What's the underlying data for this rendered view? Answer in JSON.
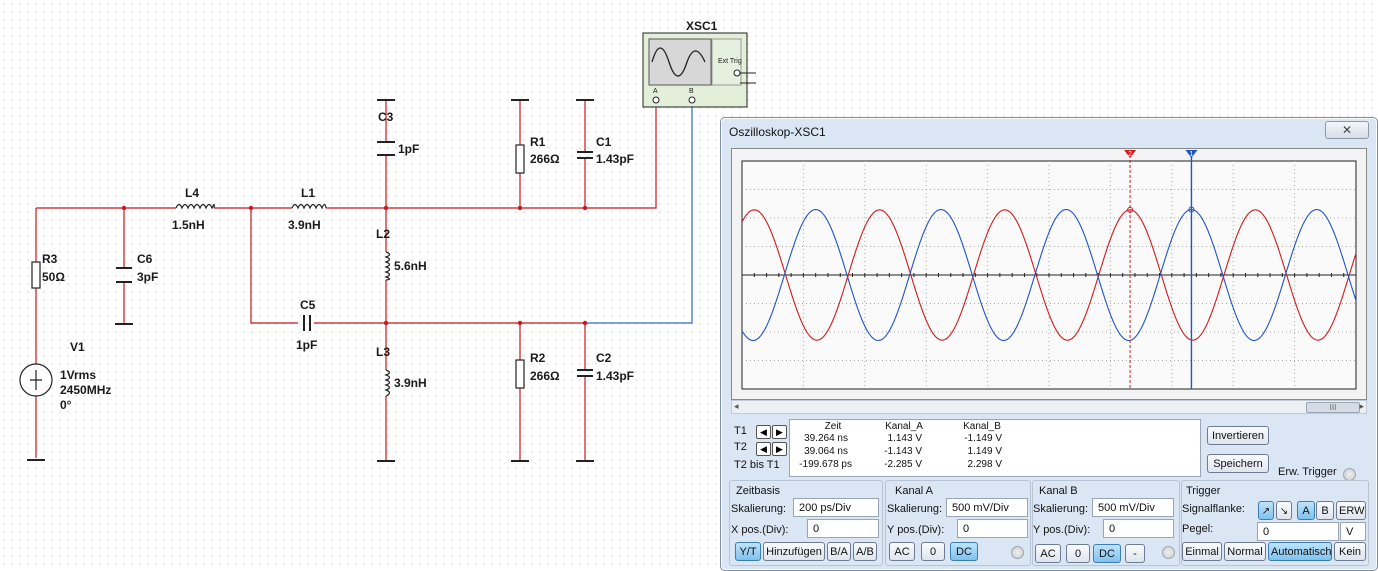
{
  "schematic": {
    "instrument_label": "XSC1",
    "instrument_ext_trig": "Ext Trig",
    "instrument_ch_a": "A",
    "instrument_ch_b": "B",
    "components": [
      {
        "ref": "R3",
        "value": "50Ω"
      },
      {
        "ref": "V1",
        "value_lines": [
          "1Vrms",
          "2450MHz",
          "0°"
        ]
      },
      {
        "ref": "C6",
        "value": "3pF"
      },
      {
        "ref": "L4",
        "value": "1.5nH"
      },
      {
        "ref": "L1",
        "value": "3.9nH"
      },
      {
        "ref": "C3",
        "value": "1pF"
      },
      {
        "ref": "L2",
        "value": "5.6nH"
      },
      {
        "ref": "C5",
        "value": "1pF"
      },
      {
        "ref": "L3",
        "value": "3.9nH"
      },
      {
        "ref": "R1",
        "value": "266Ω"
      },
      {
        "ref": "C1",
        "value": "1.43pF"
      },
      {
        "ref": "R2",
        "value": "266Ω"
      },
      {
        "ref": "C2",
        "value": "1.43pF"
      }
    ],
    "colors": {
      "wire_a": "#c8181e",
      "wire_b": "#2b6cc4"
    }
  },
  "scope": {
    "title": "Oszilloskop-XSC1",
    "close_label": "✕",
    "cursor_labels": [
      "T1",
      "T2",
      "T2 bis T1"
    ],
    "readout": {
      "headers": [
        "Zeit",
        "Kanal_A",
        "Kanal_B"
      ],
      "rows": [
        [
          "39.264 ns",
          "1.143 V",
          "-1.149 V"
        ],
        [
          "39.064 ns",
          "-1.143 V",
          "1.149 V"
        ],
        [
          "-199.678 ps",
          "-2.285 V",
          "2.298 V"
        ]
      ]
    },
    "btn_invert": "Invertieren",
    "btn_save": "Speichern",
    "ext_trigger_label": "Erw. Trigger",
    "timebase": {
      "title": "Zeitbasis",
      "scale_label": "Skalierung:",
      "scale_value": "200 ps/Div",
      "xpos_label": "X pos.(Div):",
      "xpos_value": "0",
      "buttons": [
        "Y/T",
        "Hinzufügen",
        "B/A",
        "A/B"
      ]
    },
    "channel_a": {
      "title": "Kanal A",
      "scale_label": "Skalierung:",
      "scale_value": "500 mV/Div",
      "ypos_label": "Y pos.(Div):",
      "ypos_value": "0",
      "buttons": [
        "AC",
        "0",
        "DC"
      ]
    },
    "channel_b": {
      "title": "Kanal B",
      "scale_label": "Skalierung:",
      "scale_value": "500 mV/Div",
      "ypos_label": "Y pos.(Div):",
      "ypos_value": "0",
      "buttons": [
        "AC",
        "0",
        "DC",
        "-"
      ]
    },
    "trigger": {
      "title": "Trigger",
      "edge_label": "Signalflanke:",
      "edge_buttons": [
        "↗",
        "↘",
        "A",
        "B",
        "ERW"
      ],
      "level_label": "Pegel:",
      "level_value": "0",
      "level_unit": "V",
      "mode_buttons": [
        "Einmal",
        "Normal",
        "Automatisch",
        "Kein"
      ]
    },
    "cursor1_label": "1",
    "cursor2_label": "2",
    "scroll_thumb": "III"
  },
  "chart_data": {
    "type": "line",
    "xlabel": "",
    "ylabel": "",
    "x_unit_per_div": "200 ps/Div",
    "y_unit_per_div": "500 mV/Div",
    "xlim_ns": [
      37.8,
      39.8
    ],
    "ylim_V": [
      -2,
      2
    ],
    "period_ps": 408,
    "series": [
      {
        "name": "Kanal_A",
        "color": "#d01c1c",
        "amplitude_V": 1.143,
        "peak_time_ns": 39.064
      },
      {
        "name": "Kanal_B",
        "color": "#1f55c9",
        "amplitude_V": 1.149,
        "peak_time_ns": 39.264
      }
    ],
    "cursors": {
      "T1_ns": 39.264,
      "T2_ns": 39.064
    },
    "grid": true
  }
}
